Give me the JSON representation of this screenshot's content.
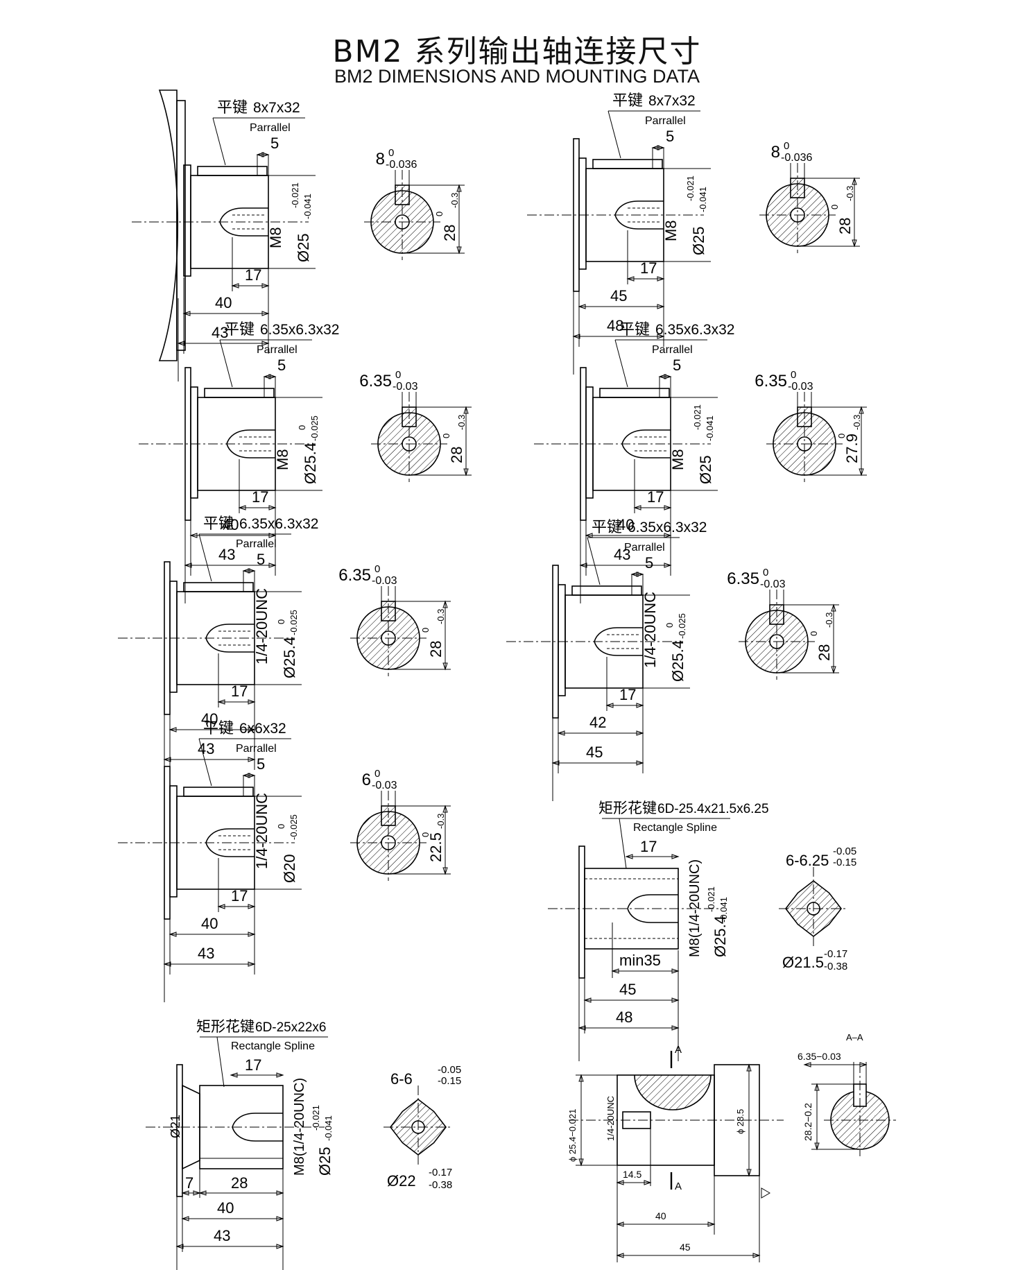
{
  "header": {
    "title_cn": "BM2 系列输出轴连接尺寸",
    "title_en": "BM2 DIMENSIONS AND MOUNTING DATA"
  },
  "panels": [
    {
      "id": "p1",
      "key_cn": "平键",
      "key_size": "8x7x32",
      "key_en": "Parrallel",
      "d5": "5",
      "thread": "M8",
      "shaft_d": "Ø25",
      "shaft_tol_top": "-0.021",
      "shaft_tol_bot": "-0.041",
      "d17": "17",
      "d_inner": "40",
      "d_outer": "43",
      "key_w": "8",
      "key_w_tol_top": "0",
      "key_w_tol_bot": "-0.036",
      "section_h": "28",
      "section_tol_top": "0",
      "section_tol_bot": "-0.3"
    },
    {
      "id": "p2",
      "key_cn": "平键",
      "key_size": "8x7x32",
      "key_en": "Parrallel",
      "d5": "5",
      "thread": "M8",
      "shaft_d": "Ø25",
      "shaft_tol_top": "-0.021",
      "shaft_tol_bot": "-0.041",
      "d17": "17",
      "d_inner": "45",
      "d_outer": "48",
      "key_w": "8",
      "key_w_tol_top": "0",
      "key_w_tol_bot": "-0.036",
      "section_h": "28",
      "section_tol_top": "0",
      "section_tol_bot": "-0.3"
    },
    {
      "id": "p3",
      "key_cn": "平键",
      "key_size": "6.35x6.3x32",
      "key_en": "Parrallel",
      "d5": "5",
      "thread": "M8",
      "shaft_d": "Ø25.4",
      "shaft_tol_top": "0",
      "shaft_tol_bot": "-0.025",
      "d17": "17",
      "d_inner": "40",
      "d_outer": "43",
      "key_w": "6.35",
      "key_w_tol_top": "0",
      "key_w_tol_bot": "-0.03",
      "section_h": "28",
      "section_tol_top": "0",
      "section_tol_bot": "-0.3"
    },
    {
      "id": "p4",
      "key_cn": "平键",
      "key_size": "6.35x6.3x32",
      "key_en": "Parrallel",
      "d5": "5",
      "thread": "M8",
      "shaft_d": "Ø25",
      "shaft_tol_top": "-0.021",
      "shaft_tol_bot": "-0.041",
      "d17": "17",
      "d_inner": "40",
      "d_outer": "43",
      "key_w": "6.35",
      "key_w_tol_top": "0",
      "key_w_tol_bot": "-0.03",
      "section_h": "27.9",
      "section_tol_top": "0",
      "section_tol_bot": "-0.3"
    },
    {
      "id": "p5",
      "key_cn": "平键",
      "key_size": "6.35x6.3x32",
      "key_en": "Parrallel",
      "d5": "5",
      "thread": "1/4-20UNC",
      "shaft_d": "Ø25.4",
      "shaft_tol_top": "0",
      "shaft_tol_bot": "-0.025",
      "d17": "17",
      "d_inner": "40",
      "d_outer": "43",
      "key_w": "6.35",
      "key_w_tol_top": "0",
      "key_w_tol_bot": "-0.03",
      "section_h": "28",
      "section_tol_top": "0",
      "section_tol_bot": "-0.3"
    },
    {
      "id": "p6",
      "key_cn": "平键",
      "key_size": "6.35x6.3x32",
      "key_en": "Parrallel",
      "d5": "5",
      "thread": "1/4-20UNC",
      "shaft_d": "Ø25.4",
      "shaft_tol_top": "0",
      "shaft_tol_bot": "-0.025",
      "d17": "17",
      "d_inner": "42",
      "d_outer": "45",
      "key_w": "6.35",
      "key_w_tol_top": "0",
      "key_w_tol_bot": "-0.03",
      "section_h": "28",
      "section_tol_top": "0",
      "section_tol_bot": "-0.3"
    },
    {
      "id": "p7",
      "key_cn": "平键",
      "key_size": "6x6x32",
      "key_en": "Parrallel",
      "d5": "5",
      "thread": "1/4-20UNC",
      "shaft_d": "Ø20",
      "shaft_tol_top": "0",
      "shaft_tol_bot": "-0.025",
      "d17": "17",
      "d_inner": "40",
      "d_outer": "43",
      "key_w": "6",
      "key_w_tol_top": "0",
      "key_w_tol_bot": "-0.03",
      "section_h": "22.5",
      "section_tol_top": "0",
      "section_tol_bot": "-0.3"
    },
    {
      "id": "p8",
      "key_cn": "矩形花键",
      "key_size": "6D-25.4x21.5x6.25",
      "key_en": "Rectangle Spline",
      "d17": "17",
      "thread": "M8(1/4-20UNC)",
      "shaft_d": "Ø25.4",
      "shaft_tol_top": "-0.021",
      "shaft_tol_bot": "-0.041",
      "d_min": "min35",
      "d_inner": "45",
      "d_outer": "48",
      "spline_w": "6-6.25",
      "spline_tol_top": "-0.05",
      "spline_tol_bot": "-0.15",
      "minor_d": "Ø21.5",
      "minor_tol_top": "-0.17",
      "minor_tol_bot": "-0.38"
    },
    {
      "id": "p9",
      "key_cn": "矩形花键",
      "key_size": "6D-25x22x6",
      "key_en": "Rectangle Spline",
      "d17": "17",
      "thread": "M8(1/4-20UNC)",
      "shaft_d": "Ø25",
      "shaft_tol_top": "-0.021",
      "shaft_tol_bot": "-0.041",
      "neck": "Ø21",
      "d7": "7",
      "d28": "28",
      "d_inner": "40",
      "d_outer": "43",
      "spline_w": "6-6",
      "spline_tol_top": "-0.05",
      "spline_tol_bot": "-0.15",
      "minor_d": "Ø22",
      "minor_tol_top": "-0.17",
      "minor_tol_bot": "-0.38"
    },
    {
      "id": "p10",
      "section_mark": "A",
      "section_title": "A–A",
      "shaft_d": "ϕ 25.4−0.021",
      "thread": "1/4-20UNC",
      "step_d": "ϕ 28.5",
      "d145": "14.5",
      "d_inner": "40",
      "d_outer": "45",
      "key_w": "6.35−0.03",
      "section_h": "28.2−0.2"
    }
  ]
}
